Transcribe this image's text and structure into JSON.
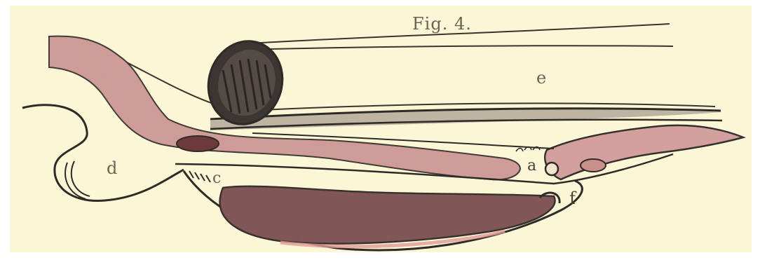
{
  "figure": {
    "title": "Fig. 4.",
    "labels": {
      "a": "a",
      "c": "c",
      "d": "d",
      "e": "e",
      "f": "f"
    }
  },
  "colors": {
    "paper": "#fbf7d6",
    "tissue_pink": "#d8a6a0",
    "tissue_dark": "#8a5b5a",
    "ink": "#2e2a27"
  }
}
